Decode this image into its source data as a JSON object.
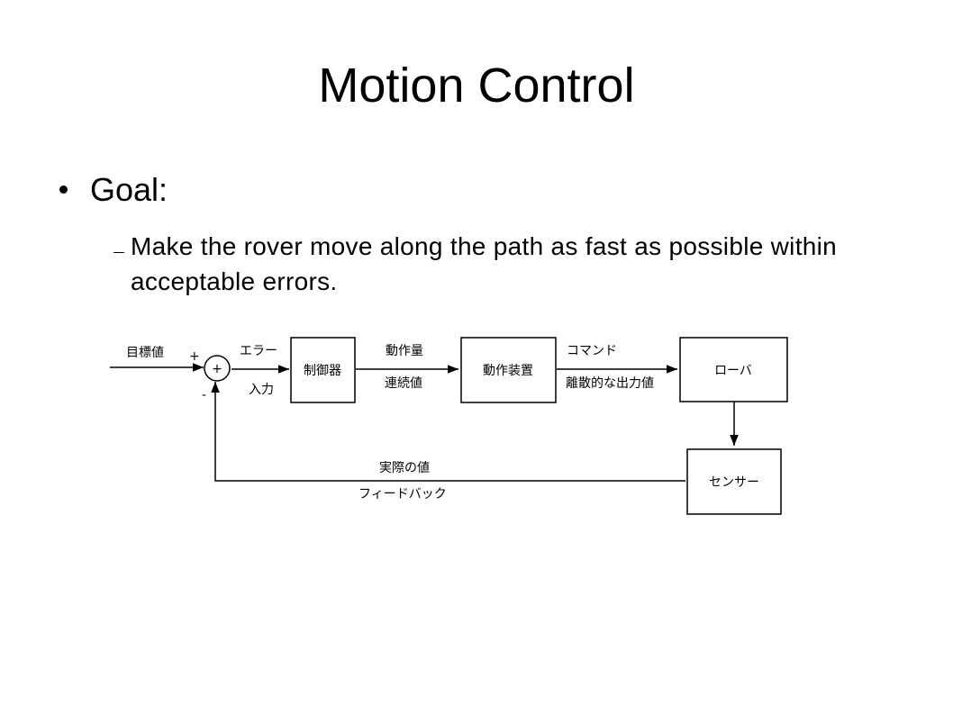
{
  "slide": {
    "title": "Motion Control",
    "bullet": "Goal:",
    "sub_bullet": "Make the rover move along the path as fast as possible within acceptable errors."
  },
  "diagram": {
    "target_label": "目標値",
    "plus_sign": "+",
    "minus_sign": "-",
    "summing_symbol": "+",
    "error_label": "エラー",
    "input_label": "入力",
    "controller_label": "制御器",
    "manipulated_label": "動作量",
    "continuous_label": "連続値",
    "actuator_label": "動作装置",
    "command_label": "コマンド",
    "discrete_label": "離散的な出力値",
    "rover_label": "ローバ",
    "sensor_label": "センサー",
    "actual_label": "実際の値",
    "feedback_label": "フィードバック"
  }
}
